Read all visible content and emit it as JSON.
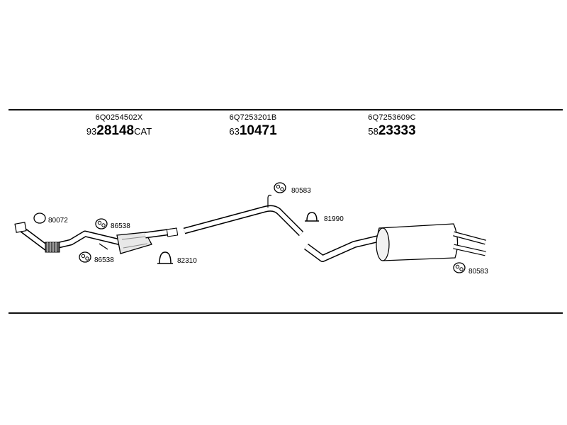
{
  "parts": [
    {
      "oem": "6Q0254502X",
      "prefix": "93",
      "main": "28148",
      "suffix": "CAT"
    },
    {
      "oem": "6Q7253201B",
      "prefix": "63",
      "main": "10471",
      "suffix": ""
    },
    {
      "oem": "6Q7253609C",
      "prefix": "58",
      "main": "23333",
      "suffix": ""
    }
  ],
  "labels": {
    "gasket_front": "80072",
    "hanger_upper": "86538",
    "hanger_lower": "86538",
    "clamp_cat": "82310",
    "hanger_mid": "80583",
    "clamp_mid": "81990",
    "hanger_rear": "80583"
  },
  "icons": {
    "gasket": "gasket-icon",
    "rubber_hanger": "rubber-hanger-icon",
    "clamp": "clamp-icon"
  }
}
